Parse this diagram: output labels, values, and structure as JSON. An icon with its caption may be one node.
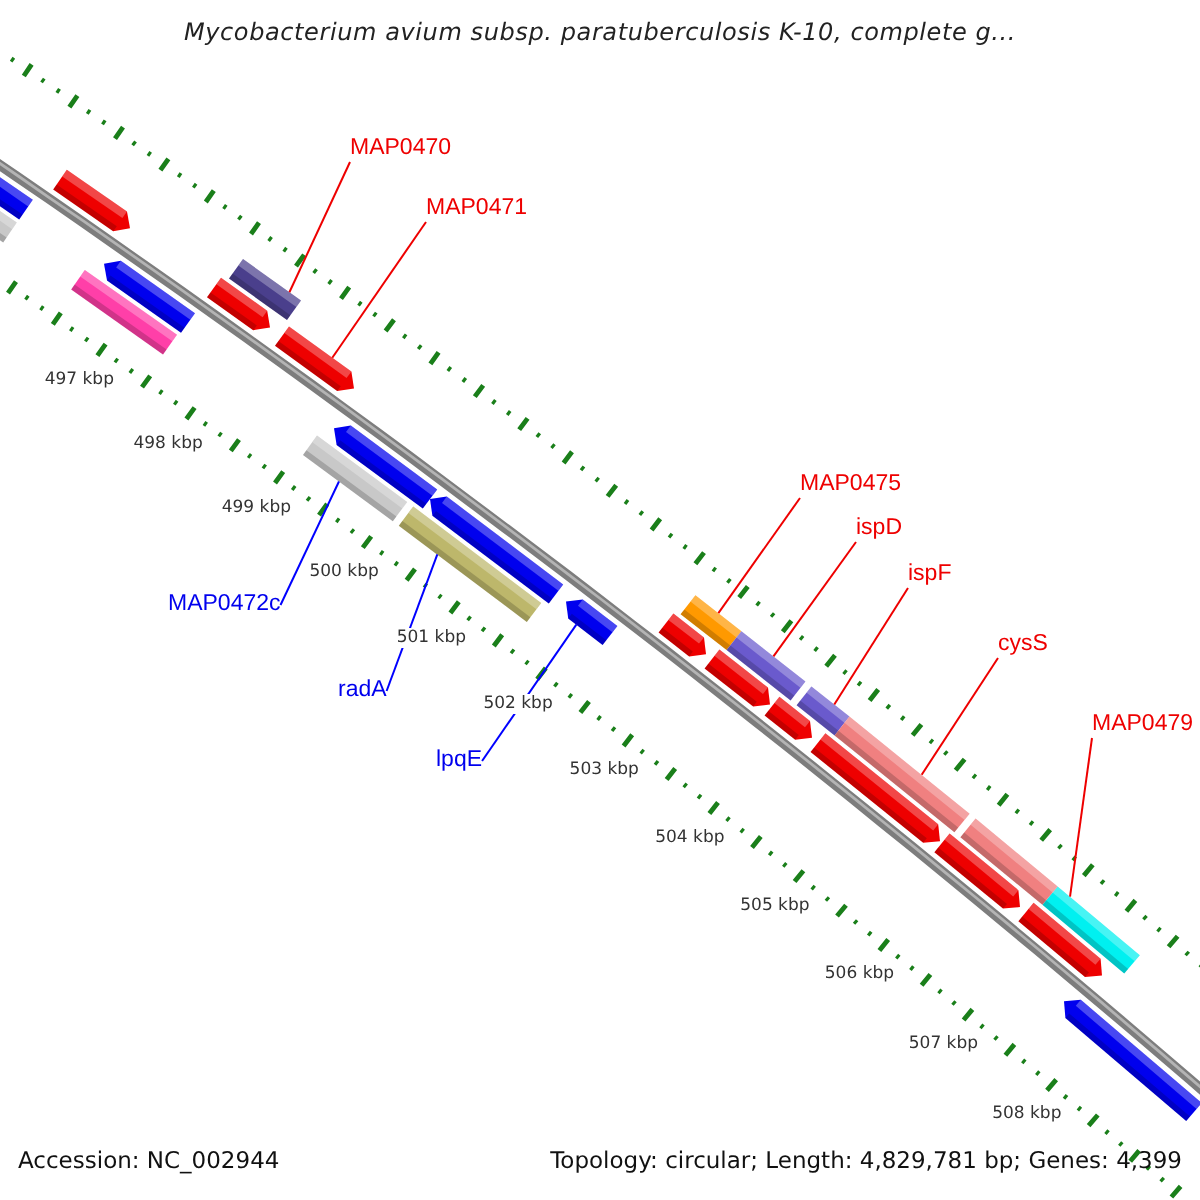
{
  "diagram": {
    "title": "Mycobacterium avium subsp. paratuberculosis K-10, complete g...",
    "nodes": [
      {
        "text": [
          "MAP0470"
        ]
      },
      {
        "text": [],
        "shape": "bar"
      },
      {
        "text": [
          "MAP0471"
        ]
      },
      {
        "text": [],
        "shape": "arrow"
      },
      {
        "text": [
          "MAP0472c"
        ]
      },
      {
        "text": [],
        "shape": "bar"
      },
      {
        "text": [
          "radA"
        ]
      },
      {
        "text": [],
        "shape": "bar"
      },
      {
        "text": [
          "lpqE"
        ]
      },
      {
        "text": [],
        "shape": "arrow"
      },
      {
        "text": [
          "MAP0475"
        ]
      },
      {
        "text": [],
        "shape": "bar"
      },
      {
        "text": [
          "ispD"
        ]
      },
      {
        "text": [],
        "shape": "bar"
      },
      {
        "text": [
          "ispF"
        ]
      },
      {
        "text": [],
        "shape": "bar"
      },
      {
        "text": [
          "cysS"
        ]
      },
      {
        "text": [],
        "shape": "bar"
      },
      {
        "text": [
          "MAP0479"
        ]
      },
      {
        "text": [],
        "shape": "bar"
      },
      {
        "text": [],
        "shape": "arrow"
      },
      {
        "text": [],
        "shape": "arrow"
      },
      {
        "text": [],
        "shape": "arrow"
      },
      {
        "text": [],
        "shape": "arrow"
      },
      {
        "text": [],
        "shape": "arrow"
      },
      {
        "text": [],
        "shape": "arrow"
      },
      {
        "text": [],
        "shape": "arrow"
      },
      {
        "text": [],
        "shape": "arrow"
      },
      {
        "text": [],
        "shape": "arrow"
      },
      {
        "text": [],
        "shape": "arrow"
      },
      {
        "text": [],
        "shape": "arrow"
      },
      {
        "text": [],
        "shape": "arrow"
      },
      {
        "text": [],
        "shape": "arrow"
      },
      {
        "text": [],
        "shape": "bar"
      },
      {
        "text": [],
        "shape": "bar"
      },
      {
        "text": [],
        "shape": "bar"
      }
    ],
    "edges": [
      {
        "from": 0,
        "to": 1,
        "arrow": "none"
      },
      {
        "from": 2,
        "to": 3,
        "arrow": "none"
      },
      {
        "from": 4,
        "to": 5,
        "arrow": "none",
        "color": "#0000ff"
      },
      {
        "from": 6,
        "to": 7,
        "arrow": "none",
        "color": "#0000ff"
      },
      {
        "from": 8,
        "to": 9,
        "arrow": "none",
        "color": "#0000ff"
      },
      {
        "from": 10,
        "to": 11,
        "arrow": "none"
      },
      {
        "from": 12,
        "to": 13,
        "arrow": "none"
      },
      {
        "from": 14,
        "to": 15,
        "arrow": "none"
      },
      {
        "from": 16,
        "to": 17,
        "arrow": "none"
      },
      {
        "from": 18,
        "to": 19,
        "arrow": "none"
      }
    ],
    "labels": [
      "497 kbp",
      "498 kbp",
      "499 kbp",
      "500 kbp",
      "501 kbp",
      "502 kbp",
      "503 kbp",
      "504 kbp",
      "505 kbp",
      "506 kbp",
      "507 kbp",
      "508 kbp",
      "Accession: NC_002944",
      "Topology: circular; Length: 4,829,781 bp; Genes: 4,399"
    ]
  }
}
